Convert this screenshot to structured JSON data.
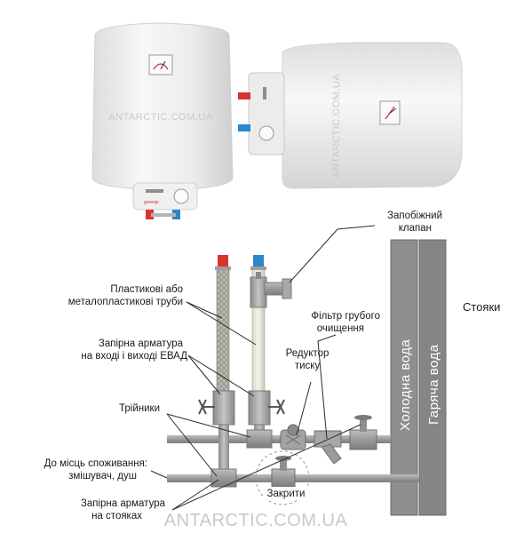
{
  "heaters": {
    "vertical_watermark": "ANTARCTIC.COM.UA",
    "horizontal_watermark": "ANTARCTIC.COM.UA",
    "vertical_brand": "gorenje"
  },
  "labels": {
    "safety_valve": [
      "Запобіжний",
      "клапан"
    ],
    "risers": "Стояки",
    "pipes": [
      "Пластикові або",
      "металопластикові труби"
    ],
    "coarse_filter": [
      "Фільтр грубого",
      "очищення"
    ],
    "shutoff_ewh": [
      "Запірна арматура",
      "на вході і виході ЕВАД"
    ],
    "pressure_reducer": [
      "Редуктор",
      "тиску"
    ],
    "tees": "Трійники",
    "consumption": [
      "До місць споживання:",
      "змішувач, душ"
    ],
    "shutoff_risers": [
      "Запірна арматура",
      "на стояках"
    ],
    "closed": "Закрити",
    "cold_water": "Холодна вода",
    "hot_water": "Гаряча вода"
  },
  "footer": {
    "watermark": "ANTARCTIC.COM.UA"
  },
  "colors": {
    "pipe": "#a6a6a6",
    "riser": "#8c8c8c",
    "hot_marker": "#d8322b",
    "cold_marker": "#2d86c9",
    "heater_body": "#f2f2f2"
  }
}
